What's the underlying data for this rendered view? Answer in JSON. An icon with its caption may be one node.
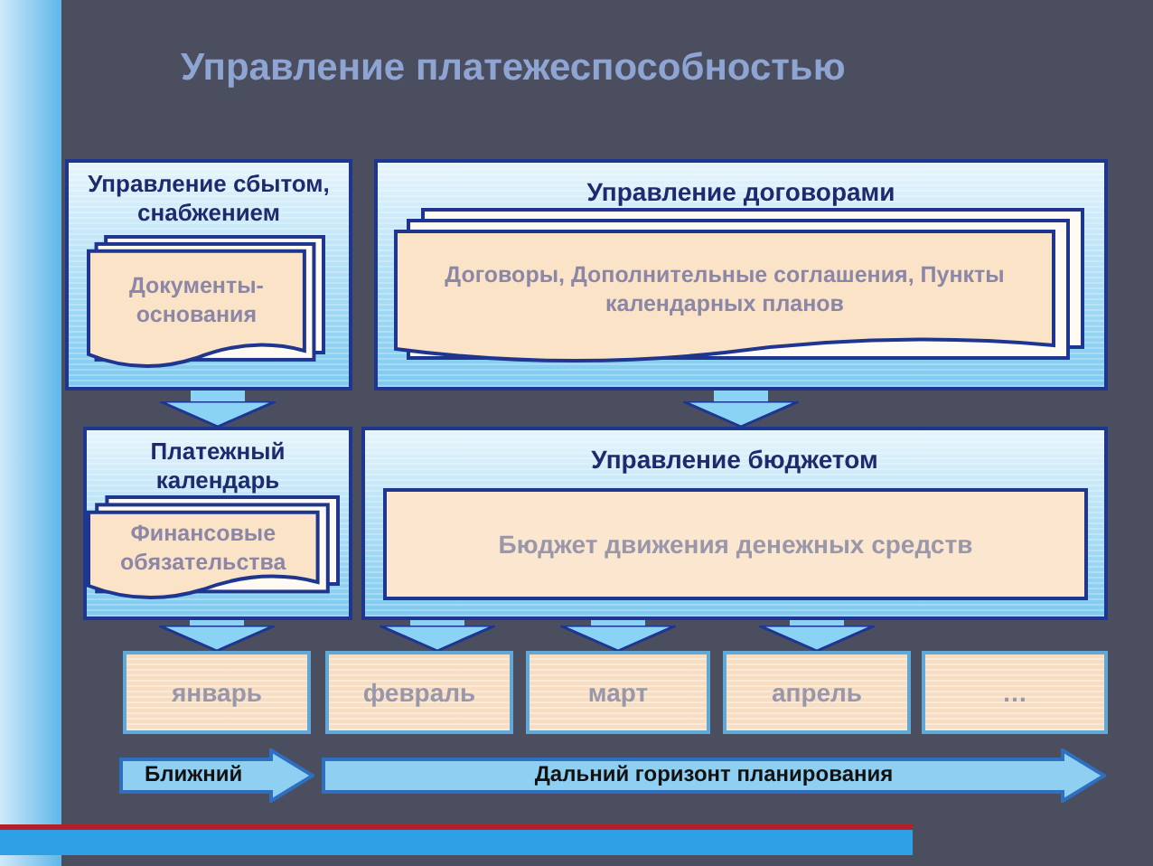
{
  "diagram": {
    "title": "Управление платежеспособностью",
    "nodes": [
      {
        "text": [
          "Управление сбытом, снабжением"
        ]
      },
      {
        "text": [
          "Документы-основания"
        ],
        "in": 0
      },
      {
        "text": [
          "Управление договорами"
        ]
      },
      {
        "text": [
          "Договоры, Дополнительные соглашения, Пункты календарных планов"
        ],
        "in": 2
      },
      {
        "text": [
          "Платежный календарь"
        ]
      },
      {
        "text": [
          "Финансовые обязательства"
        ],
        "in": 4
      },
      {
        "text": [
          "Управление бюджетом"
        ]
      },
      {
        "text": [
          "Бюджет движения денежных средств"
        ],
        "in": 6
      },
      {
        "text": [
          "январь"
        ]
      },
      {
        "text": [
          "февраль"
        ]
      },
      {
        "text": [
          "март"
        ]
      },
      {
        "text": [
          "апрель"
        ]
      },
      {
        "text": [
          "…"
        ]
      },
      {
        "text": [
          "Ближний"
        ]
      },
      {
        "text": [
          "Дальний горизонт планирования"
        ]
      }
    ],
    "edges": [
      {
        "from": 0,
        "to": 4,
        "arrow": "to"
      },
      {
        "from": 2,
        "to": 6,
        "arrow": "to"
      },
      {
        "from": 4,
        "to": 8,
        "arrow": "to"
      },
      {
        "from": 6,
        "to": 9,
        "arrow": "to"
      },
      {
        "from": 6,
        "to": 10,
        "arrow": "to"
      },
      {
        "from": 6,
        "to": 11,
        "arrow": "to"
      }
    ]
  }
}
